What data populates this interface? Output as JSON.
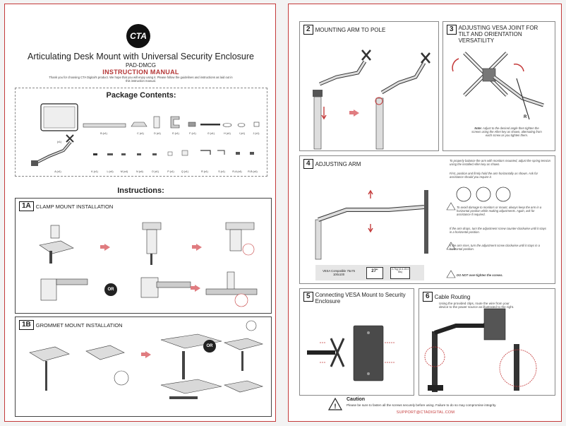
{
  "left": {
    "logo": "CTA",
    "title": "Articulating Desk Mount with Universal Security Enclosure",
    "model": "PAD-DMCG",
    "manual": "INSTRUCTION MANUAL",
    "thanks": "Thank you for choosing CTA Digital's product. We hope that you will enjoy using it. Please follow the guidelines and instructions as laid out in this instruction manual.",
    "package_title": "Package Contents:",
    "parts_row1": [
      "(x1)",
      "B (x1)",
      "C (x1)",
      "D (x1)",
      "E (x1)",
      "F (x1)",
      "G (x1)",
      "H (x1)",
      "I (x1)",
      "J (x1)"
    ],
    "parts_row2": [
      "A (x1)",
      "K (x1)",
      "L (x4)",
      "M (x4)",
      "N (x4)",
      "O (x1)",
      "P (x1)",
      "Q (x1)",
      "R (x1)",
      "S (x1)",
      "R-A (x4)",
      "R-B (x4)"
    ],
    "instructions_title": "Instructions:",
    "step1a": {
      "num": "1A",
      "title": "CLAMP MOUNT INSTALLATION",
      "or": "OR"
    },
    "step1b": {
      "num": "1B",
      "title": "GROMMET MOUNT INSTALLATION",
      "or": "OR"
    }
  },
  "right": {
    "step2": {
      "num": "2",
      "title": "MOUNTING ARM TO POLE"
    },
    "step3": {
      "num": "3",
      "title": "ADJUSTING VESA JOINT FOR TILT AND ORIENTATION VERSATILITY",
      "note_label": "Note:",
      "note": "Adjust to the desired angle then tighten the screws using the Allen key as shown, alternating from each screw as you tighten them.",
      "label_r": "R"
    },
    "step4": {
      "num": "4",
      "title": "ADJUSTING ARM",
      "intro": "To properly balance the arm with monitors mounted, adjust the spring tension using the installed Allen key as shown.",
      "first": "First, position and firmly hold the arm horizontally as shown. Ask for assistance should you require it.",
      "caution1": "To avoid damage to monitors or mount, always keep the arm in a horizontal position while making adjustments. Again, ask for assistance if required.",
      "drops": "If the arm drops, turn the adjustment screw counter-clockwise until it stays in a horizontal position.",
      "rises": "If the arm rises, turn the adjustment screw clockwise until it stays in a horizontal position.",
      "donot": "DO NOT over-tighten the screws.",
      "vesa": "VESA Compatible 75x75 100x100",
      "screen": "27\"",
      "weight": "2-7kg (4.4-15.4 lbs)"
    },
    "step5": {
      "num": "5",
      "title": "Connecting VESA Mount to Security Enclosure"
    },
    "step6": {
      "num": "6",
      "title": "Cable Routing",
      "text": "Using the provided clips, route the wire from your device to the power source as illustrated to the right."
    },
    "caution": {
      "title": "Caution",
      "text": "Please be sure to fasten all the screws securely before using. Failure to do so may compromise integrity."
    },
    "support": "SUPPORT@CTADIGITAL.COM"
  }
}
